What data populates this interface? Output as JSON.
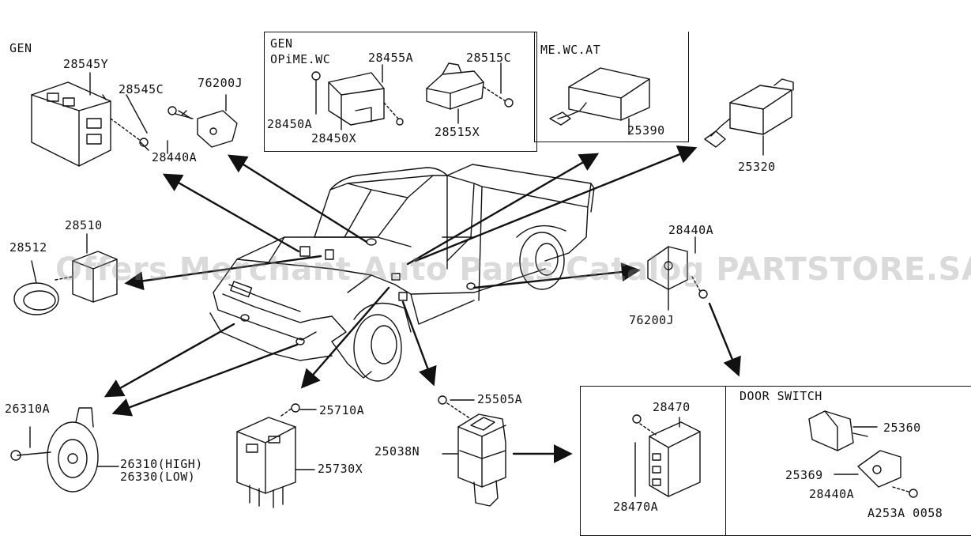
{
  "labels": {
    "gen_left": "GEN",
    "p28545y": "28545Y",
    "p28545c": "28545C",
    "p76200j_top": "76200J",
    "p28440a_top": "28440A",
    "gen_box": "GEN",
    "opme_wc": "OPiME.WC",
    "p28455a": "28455A",
    "p28450a": "28450A",
    "p28450x": "28450X",
    "p28515c": "28515C",
    "p28515x": "28515X",
    "me_wc_at": "ME.WC.AT",
    "p25390": "25390",
    "p25320": "25320",
    "p28510": "28510",
    "p28512": "28512",
    "p28440a_right": "28440A",
    "p76200j_right": "76200J",
    "p26310a": "26310A",
    "p26310": "26310(HIGH)",
    "p26330": "26330(LOW)",
    "p25710a": "25710A",
    "p25730x": "25730X",
    "p25505a": "25505A",
    "p25038n": "25038N",
    "p28470_top": "28470",
    "p28470a": "28470A",
    "door_switch": "DOOR SWITCH",
    "p25360": "25360",
    "p25369": "25369",
    "p28440a_bottom": "28440A",
    "diagram_code": "A253A 0058"
  },
  "watermark": "Offers Merchant Auto Parts Catalog PARTSTORE.SA"
}
